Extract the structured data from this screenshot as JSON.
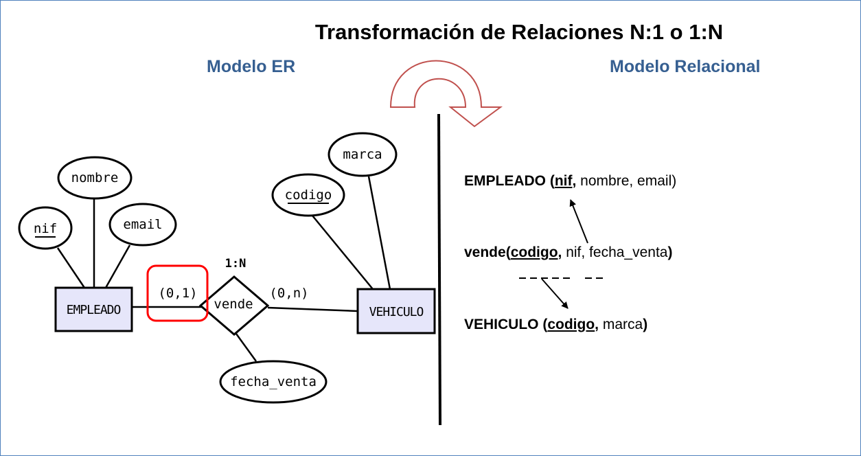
{
  "title": "Transformación de Relaciones N:1 o 1:N",
  "er_model_label": "Modelo ER",
  "relational_model_label": "Modelo Relacional",
  "er_diagram": {
    "entities": {
      "empleado": "EMPLEADO",
      "vehiculo": "VEHICULO"
    },
    "relationship": "vende",
    "relationship_cardinality": "1:N",
    "cardinality_left": "(0,1)",
    "cardinality_right": "(0,n)",
    "attributes": {
      "nif": "nif",
      "nombre": "nombre",
      "email": "email",
      "codigo": "codigo",
      "marca": "marca",
      "fecha_venta": "fecha_venta"
    }
  },
  "relational_model": {
    "empleado": {
      "name": "EMPLEADO",
      "open": " (",
      "key": "nif",
      "sep_key": ",",
      "rest": " nombre, email",
      "close": ")"
    },
    "vende": {
      "name": "vende",
      "open": "(",
      "key": "codigo",
      "sep_key": ",",
      "fk": " nif",
      "rest": ", fecha_venta",
      "close": ")"
    },
    "vehiculo": {
      "name": "VEHICULO",
      "open": " (",
      "key": "codigo",
      "sep_key": ",",
      "rest": " marca",
      "close": ")"
    }
  },
  "colors": {
    "border": "#4f81bd",
    "subtitle": "#365f91",
    "entity_fill": "#e6e6fa",
    "highlight": "#ff0000",
    "curved_arrow": "#c0504d"
  }
}
